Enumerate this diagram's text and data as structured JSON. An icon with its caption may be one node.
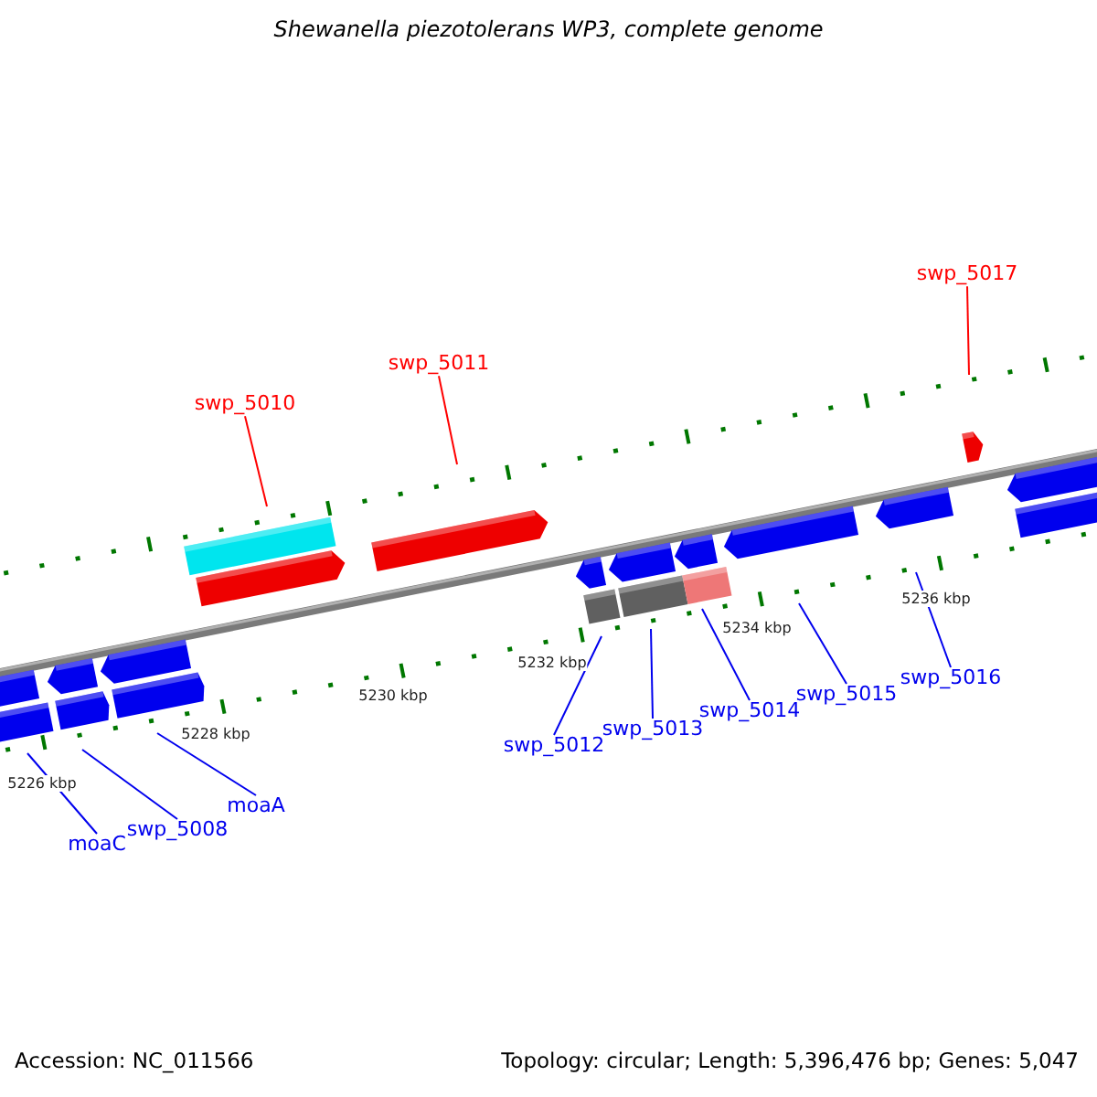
{
  "diagram": {
    "title": "Shewanella piezotolerans WP3, complete genome",
    "nodes": [
      {
        "text": [
          "swp_5017"
        ]
      },
      {
        "text": [
          "swp_5011"
        ]
      },
      {
        "text": [
          "swp_5010"
        ]
      },
      {
        "text": [
          "swp_5016"
        ]
      },
      {
        "text": [
          "swp_5015"
        ]
      },
      {
        "text": [
          "swp_5014"
        ]
      },
      {
        "text": [
          "swp_5013"
        ]
      },
      {
        "text": [
          "swp_5012"
        ]
      },
      {
        "text": [
          "moaA"
        ]
      },
      {
        "text": [
          "swp_5008"
        ]
      },
      {
        "text": [
          "moaC"
        ]
      }
    ],
    "edges": [
      {
        "from": 0,
        "to": null,
        "arrow": "none",
        "color": "#ff0000"
      },
      {
        "from": 1,
        "to": null,
        "arrow": "none",
        "color": "#ff0000"
      },
      {
        "from": 2,
        "to": null,
        "arrow": "none",
        "color": "#ff0000"
      },
      {
        "from": 3,
        "to": null,
        "arrow": "none"
      },
      {
        "from": 4,
        "to": null,
        "arrow": "none"
      },
      {
        "from": 5,
        "to": null,
        "arrow": "none"
      },
      {
        "from": 6,
        "to": null,
        "arrow": "none"
      },
      {
        "from": 7,
        "to": null,
        "arrow": "none"
      },
      {
        "from": 8,
        "to": null,
        "arrow": "none"
      },
      {
        "from": 9,
        "to": null,
        "arrow": "none"
      },
      {
        "from": 10,
        "to": null,
        "arrow": "none"
      }
    ],
    "labels": [
      "5236 kbp",
      "5234 kbp",
      "5232 kbp",
      "5230 kbp",
      "5228 kbp",
      "5226 kbp",
      "Accession: NC_011566",
      "Topology: circular; Length: 5,396,476 bp; Genes: 5,047"
    ]
  }
}
